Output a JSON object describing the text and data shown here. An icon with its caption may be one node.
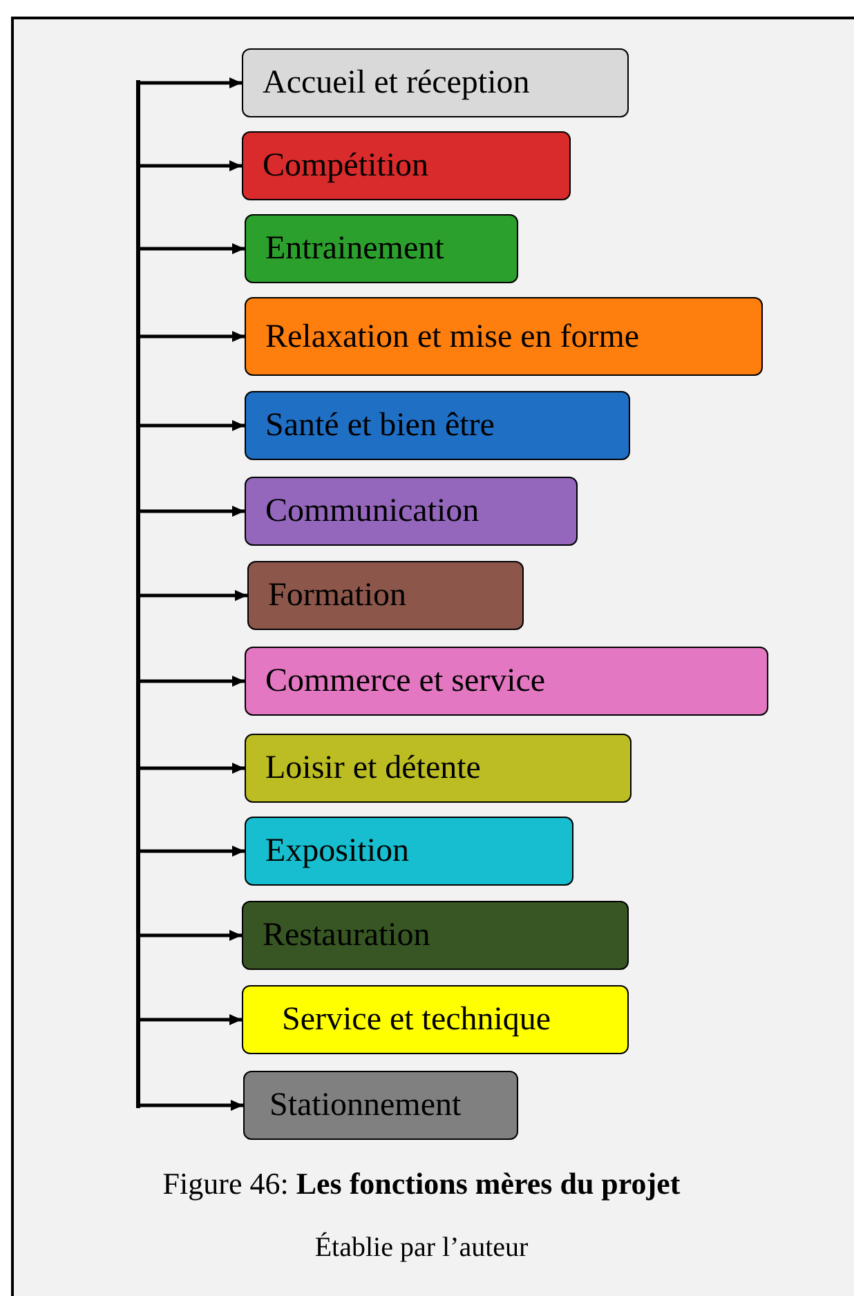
{
  "diagram": {
    "caption": "Figure 46: **Les fonctions mères du projet**",
    "nodes": [
      {
        "text": [
          "Accueil et réception"
        ]
      },
      {
        "text": [
          "Compétition"
        ]
      },
      {
        "text": [
          "Entrainement"
        ]
      },
      {
        "text": [
          "Relaxation et mise en forme"
        ]
      },
      {
        "text": [
          "Santé et bien être"
        ]
      },
      {
        "text": [
          "Communication"
        ]
      },
      {
        "text": [
          "Formation"
        ]
      },
      {
        "text": [
          "Commerce et service"
        ]
      },
      {
        "text": [
          "Loisir et détente"
        ]
      },
      {
        "text": [
          "Exposition"
        ]
      },
      {
        "text": [
          "Restauration"
        ]
      },
      {
        "text": [
          "Service et technique"
        ]
      },
      {
        "text": [
          "Stationnement"
        ]
      }
    ],
    "edges": [
      {
        "from": null,
        "to": 0,
        "arrow": "to"
      },
      {
        "from": null,
        "to": 1,
        "arrow": "to"
      },
      {
        "from": null,
        "to": 2,
        "arrow": "to"
      },
      {
        "from": null,
        "to": 3,
        "arrow": "to"
      },
      {
        "from": null,
        "to": 4,
        "arrow": "to"
      },
      {
        "from": null,
        "to": 5,
        "arrow": "to"
      },
      {
        "from": null,
        "to": 6,
        "arrow": "to"
      },
      {
        "from": null,
        "to": 7,
        "arrow": "to"
      },
      {
        "from": null,
        "to": 8,
        "arrow": "to"
      },
      {
        "from": null,
        "to": 9,
        "arrow": "to"
      },
      {
        "from": null,
        "to": 10,
        "arrow": "to"
      },
      {
        "from": null,
        "to": 11,
        "arrow": "to"
      },
      {
        "from": null,
        "to": 12,
        "arrow": "to"
      }
    ],
    "labels": [
      "Établie par l’auteur"
    ]
  }
}
